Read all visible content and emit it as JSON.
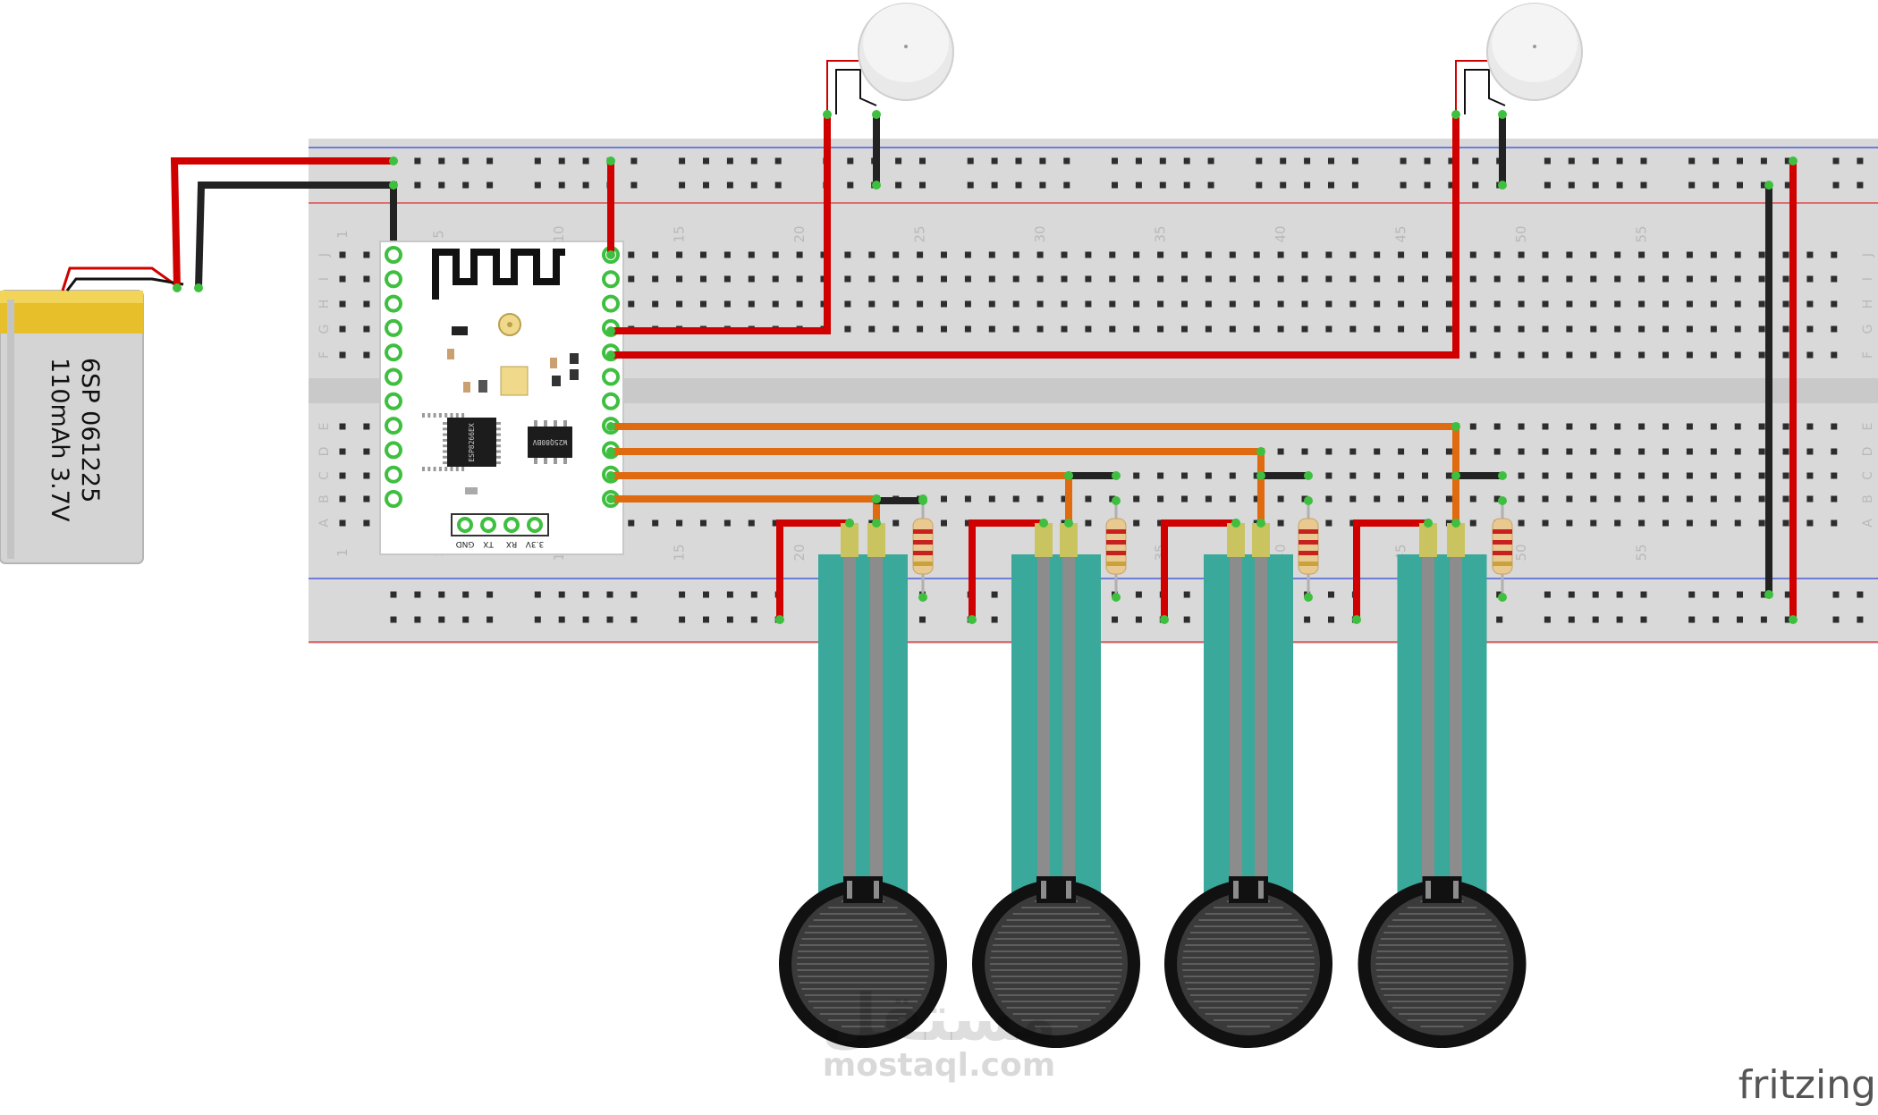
{
  "battery": {
    "line1": "6SP 061225",
    "line2": "110mAh 3.7V"
  },
  "breadboard": {
    "column_numbers": [
      "1",
      "5",
      "10",
      "15",
      "20",
      "25",
      "30",
      "35",
      "40",
      "45",
      "50",
      "55"
    ],
    "rows_top": [
      "J",
      "I",
      "H",
      "G",
      "F"
    ],
    "rows_bottom": [
      "E",
      "D",
      "C",
      "B",
      "A"
    ]
  },
  "esp_module": {
    "pin_labels": [
      "3.3V",
      "RX",
      "TX",
      "GND"
    ],
    "chip_main": "ESP8266EX",
    "chip_flash": "W25Q80BV"
  },
  "watermark": {
    "arabic": "مستقل",
    "latin": "mostaql.com"
  },
  "brand": "fritzing",
  "colors": {
    "wire_power": "#d10000",
    "wire_ground": "#222222",
    "wire_signal": "#e06a10",
    "fsr_strip": "#3aa89a",
    "breadboard": "#d9d9d9"
  }
}
